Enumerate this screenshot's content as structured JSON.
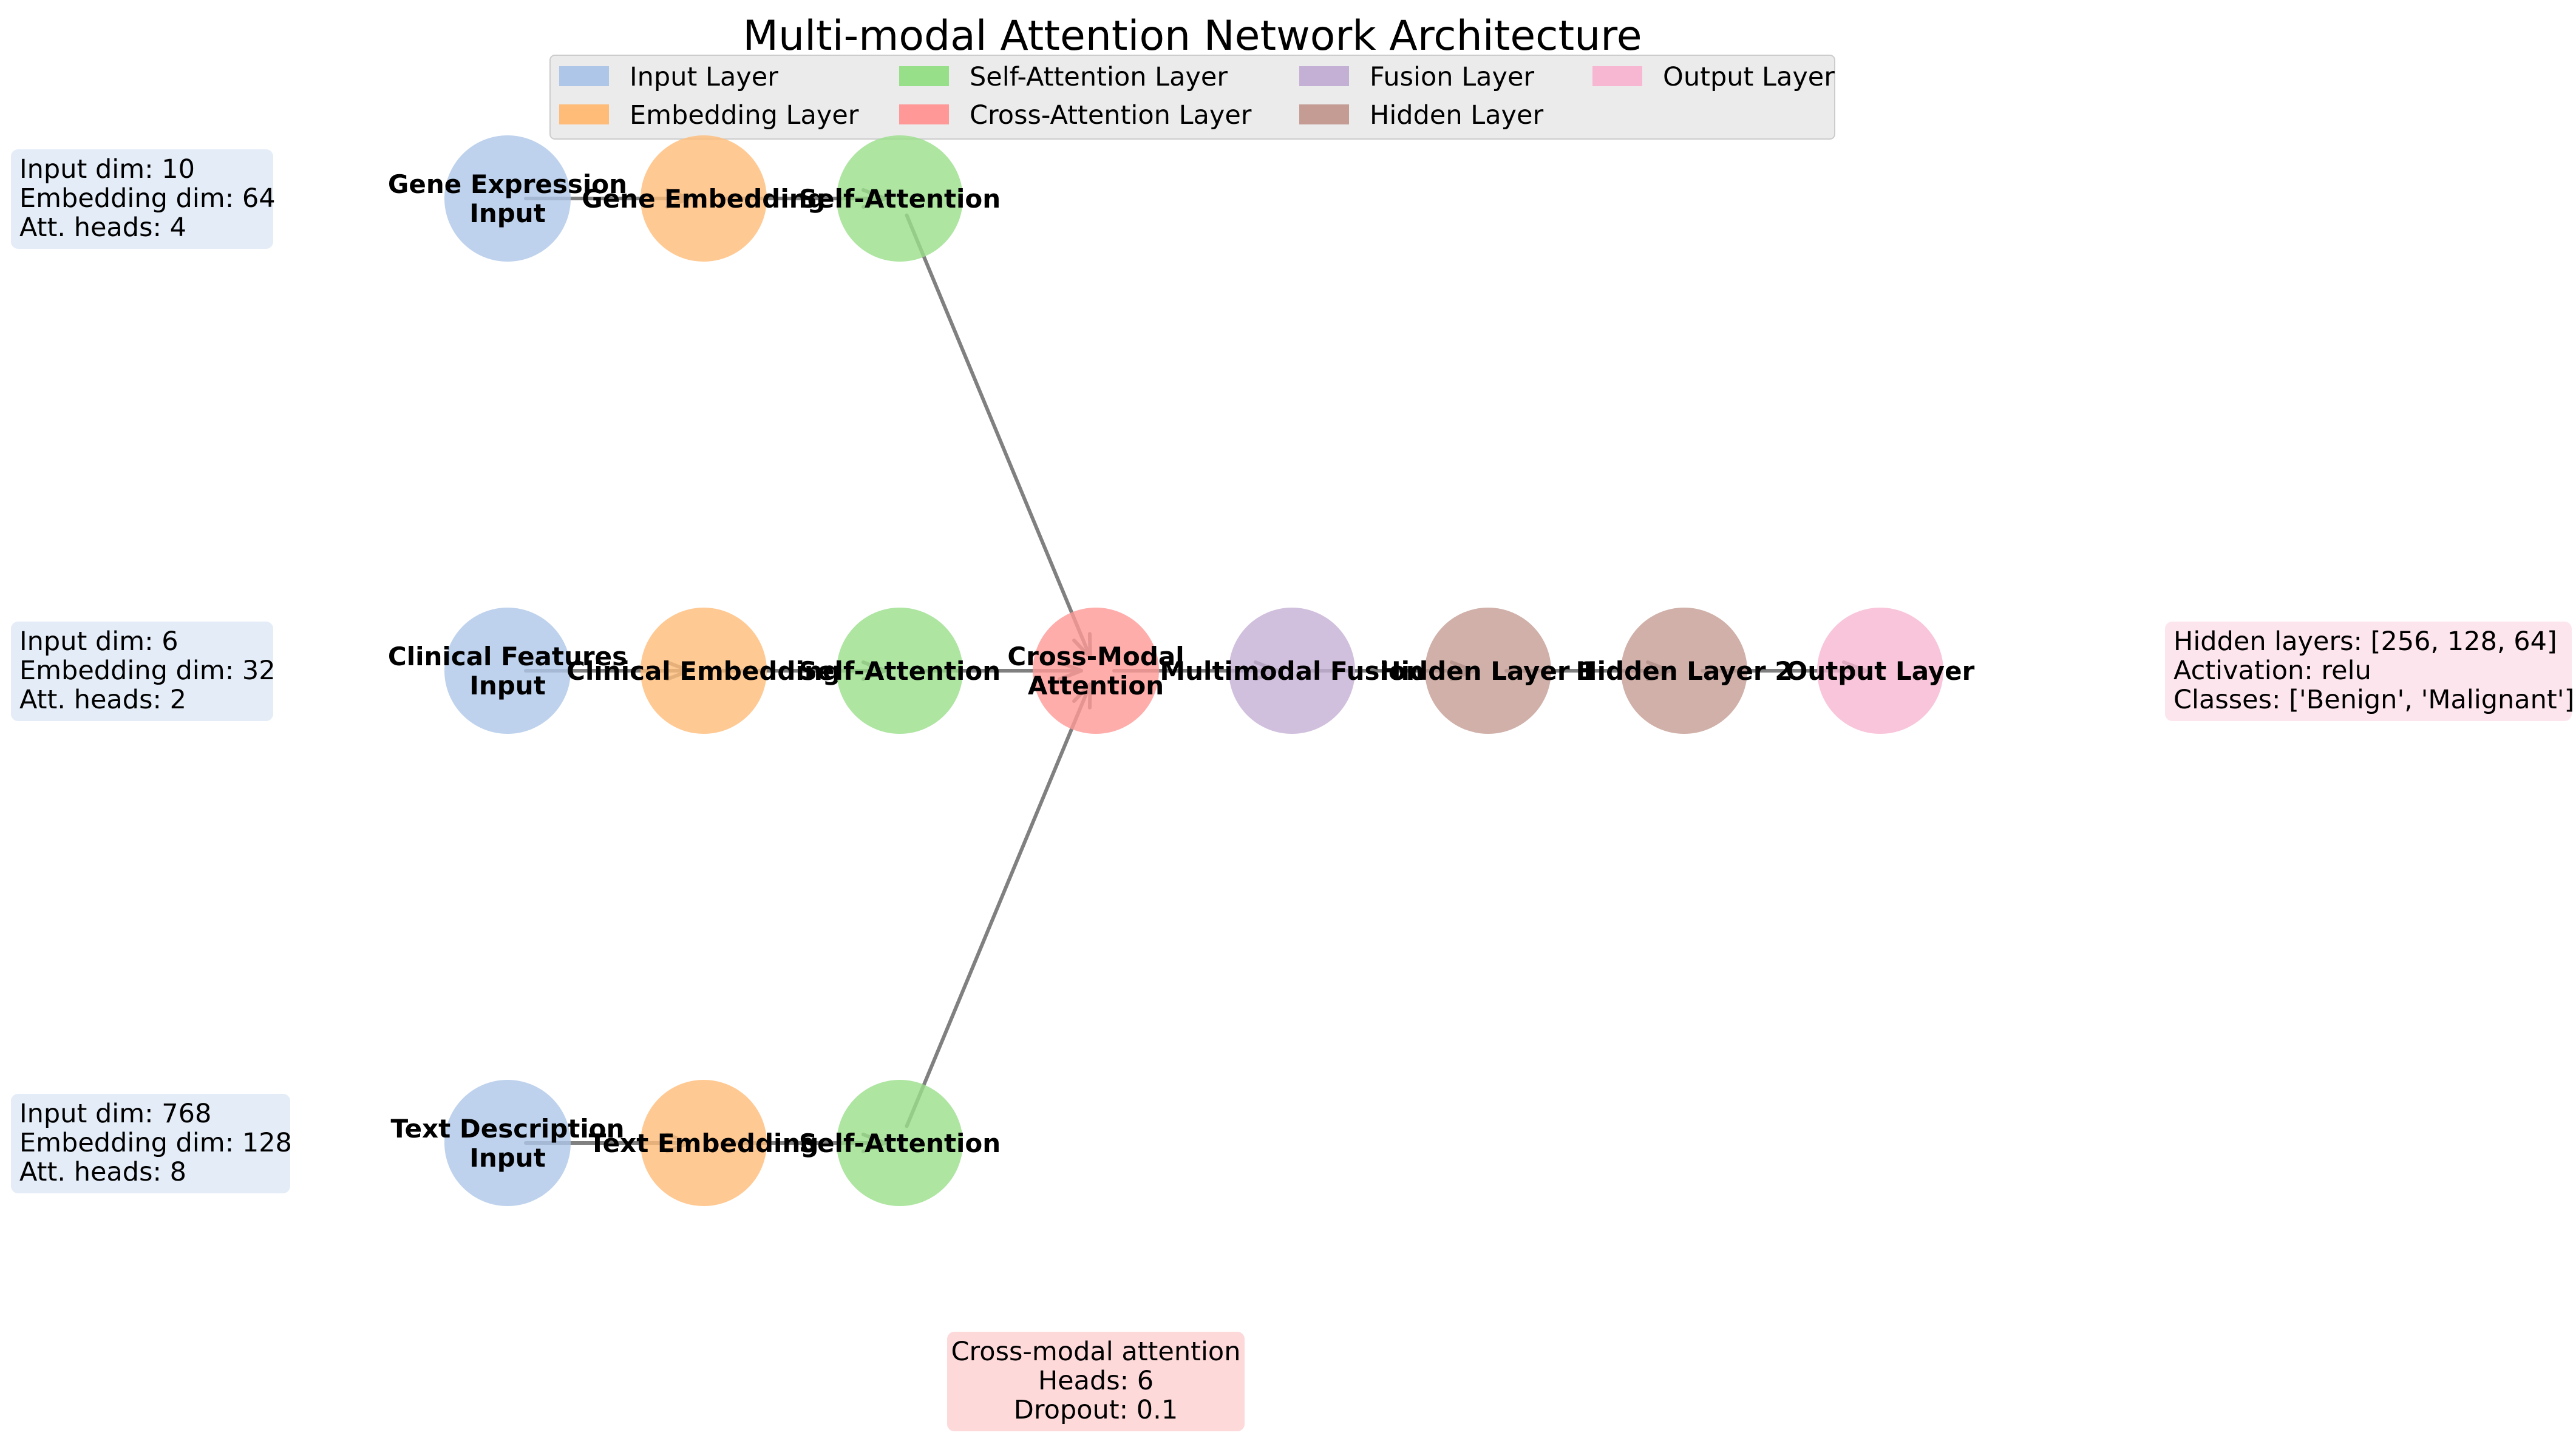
{
  "title": "Multi-modal Attention Network Architecture",
  "legend": [
    {
      "key": "input",
      "label": "Input Layer",
      "color": "#aec7e8"
    },
    {
      "key": "embedding",
      "label": "Embedding Layer",
      "color": "#ffbb78"
    },
    {
      "key": "self_attention",
      "label": "Self-Attention Layer",
      "color": "#98df8a"
    },
    {
      "key": "cross_attention",
      "label": "Cross-Attention Layer",
      "color": "#ff9896"
    },
    {
      "key": "fusion",
      "label": "Fusion Layer",
      "color": "#c5b0d5"
    },
    {
      "key": "hidden",
      "label": "Hidden Layer",
      "color": "#c49c94"
    },
    {
      "key": "output",
      "label": "Output Layer",
      "color": "#f7b6d2"
    }
  ],
  "nodes": {
    "gene_input": {
      "label": [
        "Gene Expression",
        "Input"
      ],
      "type": "input"
    },
    "gene_embedding": {
      "label": [
        "Gene Embedding"
      ],
      "type": "embedding"
    },
    "gene_self_attention": {
      "label": [
        "Self-Attention"
      ],
      "type": "self_attention"
    },
    "clinical_input": {
      "label": [
        "Clinical Features",
        "Input"
      ],
      "type": "input"
    },
    "clinical_embedding": {
      "label": [
        "Clinical Embedding"
      ],
      "type": "embedding"
    },
    "clinical_self_attention": {
      "label": [
        "Self-Attention"
      ],
      "type": "self_attention"
    },
    "text_input": {
      "label": [
        "Text Description",
        "Input"
      ],
      "type": "input"
    },
    "text_embedding": {
      "label": [
        "Text Embedding"
      ],
      "type": "embedding"
    },
    "text_self_attention": {
      "label": [
        "Self-Attention"
      ],
      "type": "self_attention"
    },
    "cross_modal_attention": {
      "label": [
        "Cross-Modal",
        "Attention"
      ],
      "type": "cross_attention"
    },
    "multimodal_fusion": {
      "label": [
        "Multimodal Fusion"
      ],
      "type": "fusion"
    },
    "hidden_layer_1": {
      "label": [
        "Hidden Layer 1"
      ],
      "type": "hidden"
    },
    "hidden_layer_2": {
      "label": [
        "Hidden Layer 2"
      ],
      "type": "hidden"
    },
    "output_layer": {
      "label": [
        "Output Layer"
      ],
      "type": "output"
    }
  },
  "edges": [
    [
      "gene_input",
      "gene_embedding"
    ],
    [
      "gene_embedding",
      "gene_self_attention"
    ],
    [
      "clinical_input",
      "clinical_embedding"
    ],
    [
      "clinical_embedding",
      "clinical_self_attention"
    ],
    [
      "text_input",
      "text_embedding"
    ],
    [
      "text_embedding",
      "text_self_attention"
    ],
    [
      "gene_self_attention",
      "cross_modal_attention"
    ],
    [
      "clinical_self_attention",
      "cross_modal_attention"
    ],
    [
      "text_self_attention",
      "cross_modal_attention"
    ],
    [
      "cross_modal_attention",
      "multimodal_fusion"
    ],
    [
      "multimodal_fusion",
      "hidden_layer_1"
    ],
    [
      "hidden_layer_1",
      "hidden_layer_2"
    ],
    [
      "hidden_layer_2",
      "output_layer"
    ]
  ],
  "info_boxes": {
    "gene": {
      "lines": [
        "Input dim: 10",
        "Embedding dim: 64",
        "Att. heads: 4"
      ],
      "color": "#e3ecf7"
    },
    "clinical": {
      "lines": [
        "Input dim: 6",
        "Embedding dim: 32",
        "Att. heads: 2"
      ],
      "color": "#e3ecf7"
    },
    "text": {
      "lines": [
        "Input dim: 768",
        "Embedding dim: 128",
        "Att. heads: 8"
      ],
      "color": "#e3ecf7"
    },
    "cross_modal": {
      "lines": [
        "Cross-modal attention",
        "Heads: 6",
        "Dropout: 0.1"
      ],
      "color": "#fdd9da"
    },
    "output": {
      "lines": [
        "Hidden layers: [256, 128, 64]",
        "Activation: relu",
        "Classes: ['Benign', 'Malignant']"
      ],
      "color": "#fde5ee"
    }
  }
}
